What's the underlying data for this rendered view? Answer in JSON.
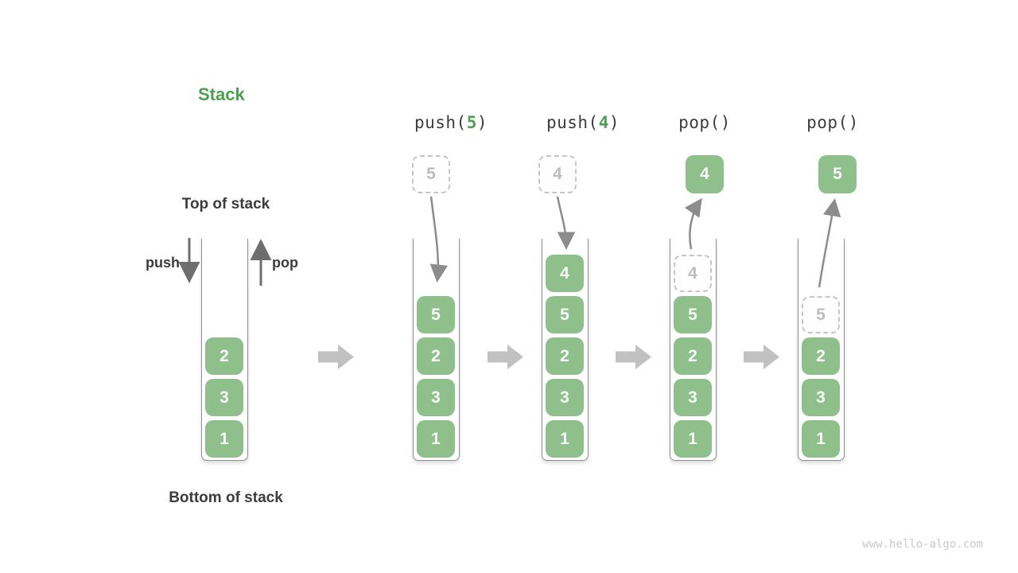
{
  "title": "Stack",
  "annotations": {
    "top_label": "Top of stack",
    "bottom_label": "Bottom of stack",
    "push_label": "push",
    "pop_label": "pop"
  },
  "watermark": "www.hello-algo.com",
  "colors": {
    "box_green": "#8FC08C",
    "accent_green": "#4F9E53",
    "text_dark": "#3C3C3C",
    "push_pop_arrow_gray": "#6E6E6E",
    "transfer_arrow_gray": "#8C8C8C",
    "block_arrow_gray": "#C1C1C1",
    "dashed_border_gray": "#C6C6C6",
    "dashed_text_gray": "#BDBDBD"
  },
  "stages": [
    {
      "operation": null,
      "floating": null,
      "transfer": null,
      "stack": [
        {
          "value": "2",
          "style": "solid"
        },
        {
          "value": "3",
          "style": "solid"
        },
        {
          "value": "1",
          "style": "solid"
        }
      ]
    },
    {
      "operation": {
        "prefix": "push(",
        "arg": "5",
        "suffix": ")"
      },
      "floating": {
        "value": "5",
        "style": "dashed"
      },
      "transfer": "in",
      "stack": [
        {
          "value": "5",
          "style": "solid"
        },
        {
          "value": "2",
          "style": "solid"
        },
        {
          "value": "3",
          "style": "solid"
        },
        {
          "value": "1",
          "style": "solid"
        }
      ]
    },
    {
      "operation": {
        "prefix": "push(",
        "arg": "4",
        "suffix": ")"
      },
      "floating": {
        "value": "4",
        "style": "dashed"
      },
      "transfer": "in",
      "stack": [
        {
          "value": "4",
          "style": "solid"
        },
        {
          "value": "5",
          "style": "solid"
        },
        {
          "value": "2",
          "style": "solid"
        },
        {
          "value": "3",
          "style": "solid"
        },
        {
          "value": "1",
          "style": "solid"
        }
      ]
    },
    {
      "operation": {
        "prefix": "pop()",
        "arg": "",
        "suffix": ""
      },
      "floating": {
        "value": "4",
        "style": "solid"
      },
      "transfer": "out",
      "stack": [
        {
          "value": "4",
          "style": "dashed"
        },
        {
          "value": "5",
          "style": "solid"
        },
        {
          "value": "2",
          "style": "solid"
        },
        {
          "value": "3",
          "style": "solid"
        },
        {
          "value": "1",
          "style": "solid"
        }
      ]
    },
    {
      "operation": {
        "prefix": "pop()",
        "arg": "",
        "suffix": ""
      },
      "floating": {
        "value": "5",
        "style": "solid"
      },
      "transfer": "out",
      "stack": [
        {
          "value": "5",
          "style": "dashed"
        },
        {
          "value": "2",
          "style": "solid"
        },
        {
          "value": "3",
          "style": "solid"
        },
        {
          "value": "1",
          "style": "solid"
        }
      ]
    }
  ]
}
